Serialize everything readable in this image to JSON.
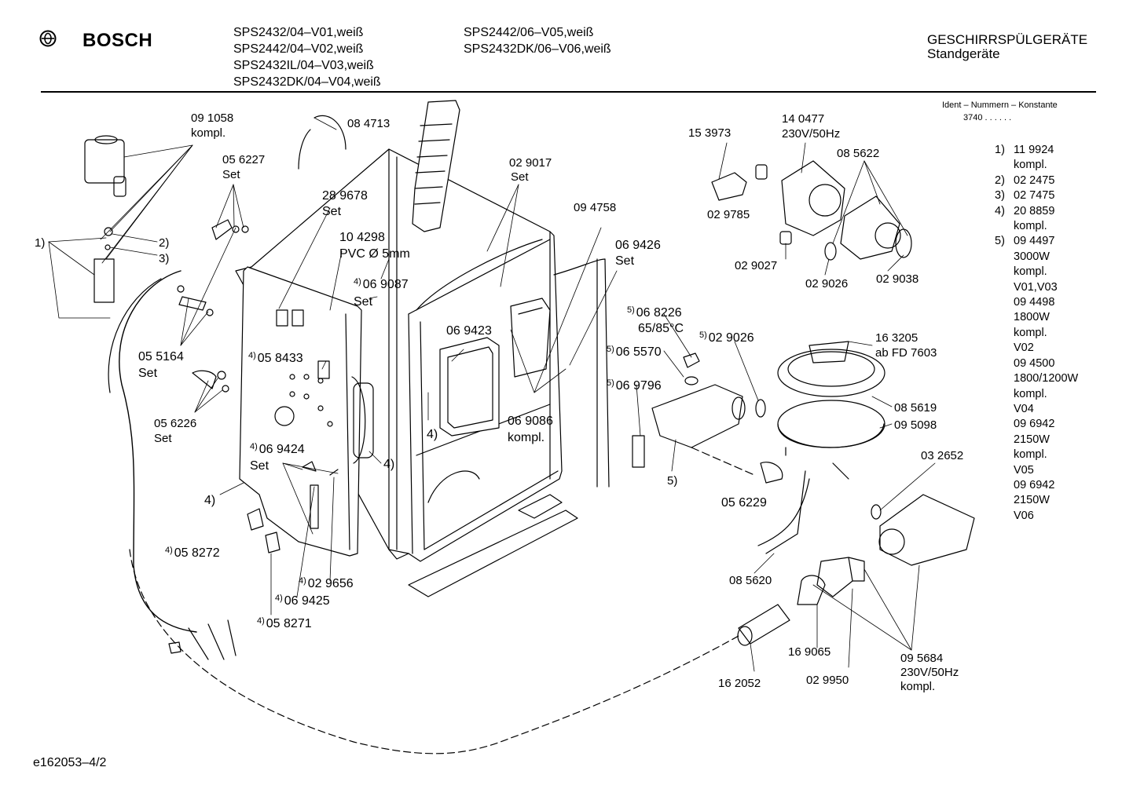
{
  "header": {
    "brand": "BOSCH",
    "models_col1": [
      "SPS2432/04–V01,weiß",
      "SPS2442/04–V02,weiß",
      "SPS2432IL/04–V03,weiß",
      "SPS2432DK/04–V04,weiß"
    ],
    "models_col2": [
      "SPS2442/06–V05,weiß",
      "SPS2432DK/06–V06,weiß"
    ],
    "category": "GESCHIRRSPÜLGERÄTE",
    "subcategory": "Standgeräte"
  },
  "ident": {
    "title": "Ident – Nummern – Konstante",
    "value": "3740 . .   . . . ."
  },
  "parts_list": [
    {
      "num": "1)",
      "lines": [
        "11 9924",
        "kompl."
      ]
    },
    {
      "num": "2)",
      "lines": [
        "02 2475"
      ]
    },
    {
      "num": "3)",
      "lines": [
        "02 7475"
      ]
    },
    {
      "num": "4)",
      "lines": [
        "20 8859",
        "kompl."
      ]
    },
    {
      "num": "5)",
      "lines": [
        "09 4497",
        "3000W",
        "kompl.",
        "V01,V03",
        "09 4498",
        "1800W",
        "kompl.",
        "V02",
        "09 4500",
        "1800/1200W",
        "kompl.",
        "V04",
        "09 6942",
        "2150W",
        "kompl.",
        "V05",
        "09 6942",
        "2150W",
        "V06"
      ]
    }
  ],
  "labels": {
    "l091058": "09 1058",
    "l091058b": "kompl.",
    "l084713": "08 4713",
    "l056227": "05 6227",
    "l056227b": "Set",
    "l289678": "28 9678",
    "l289678b": "Set",
    "l029017": "02 9017",
    "l029017b": "Set",
    "l094758": "09 4758",
    "l104298": "10 4298",
    "l104298b": "PVC Ø 5mm",
    "l069087": "06 9087",
    "l069087b": "Set",
    "l069426": "06 9426",
    "l069426b": "Set",
    "l1": "1)",
    "l2": "2)",
    "l3": "3)",
    "l055164": "05 5164",
    "l055164b": "Set",
    "l058433": "05 8433",
    "l069423": "06 9423",
    "l056226": "05 6226",
    "l056226b": "Set",
    "l4a": "4)",
    "l4b": "4)",
    "l4c": "4)",
    "l069424": "06 9424",
    "l069424b": "Set",
    "l069086": "06 9086",
    "l069086b": "kompl.",
    "l058272": "05 8272",
    "l029656": "02 9656",
    "l069425": "06 9425",
    "l058271": "05 8271",
    "l153973": "15 3973",
    "l140477": "14 0477",
    "l140477b": "230V/50Hz",
    "l085622": "08 5622",
    "l029785": "02 9785",
    "l029027": "02 9027",
    "l029026a": "02 9026",
    "l029038": "02 9038",
    "l068226": "06 8226",
    "l068226b": "65/85°C",
    "l065570": "06 5570",
    "l029026b": "02 9026",
    "l069796": "06 9796",
    "l163205": "16 3205",
    "l163205b": "ab FD 7603",
    "l085619": "08 5619",
    "l095098": "09 5098",
    "l032652": "03 2652",
    "l5": "5)",
    "l056229": "05 6229",
    "l085620": "08 5620",
    "l169065": "16 9065",
    "l029950": "02 9950",
    "l162052": "16 2052",
    "l095684": "09 5684",
    "l095684b": "230V/50Hz",
    "l095684c": "kompl.",
    "sup4": "4)",
    "sup5": "5)"
  },
  "footer": "e162053–4/2"
}
